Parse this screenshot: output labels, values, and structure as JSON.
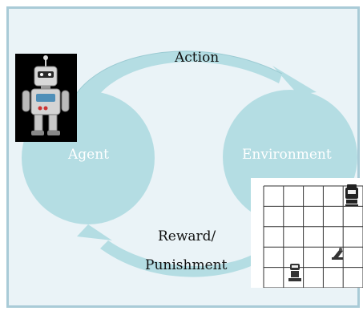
{
  "diagram": {
    "nodes": {
      "agent": {
        "label": "Agent"
      },
      "environment": {
        "label": "Environment"
      }
    },
    "edges": {
      "action": {
        "label": "Action"
      },
      "reward": {
        "label_line1": "Reward/",
        "label_line2": "Punishment"
      }
    },
    "grid": {
      "rows": 5,
      "cols": 5
    },
    "colors": {
      "node_fill": "#b4dde3",
      "arrow_fill": "#b4dde3",
      "frame_bg": "#eaf3f7",
      "frame_border": "#a9cbd7",
      "grid_line": "#333333"
    }
  }
}
